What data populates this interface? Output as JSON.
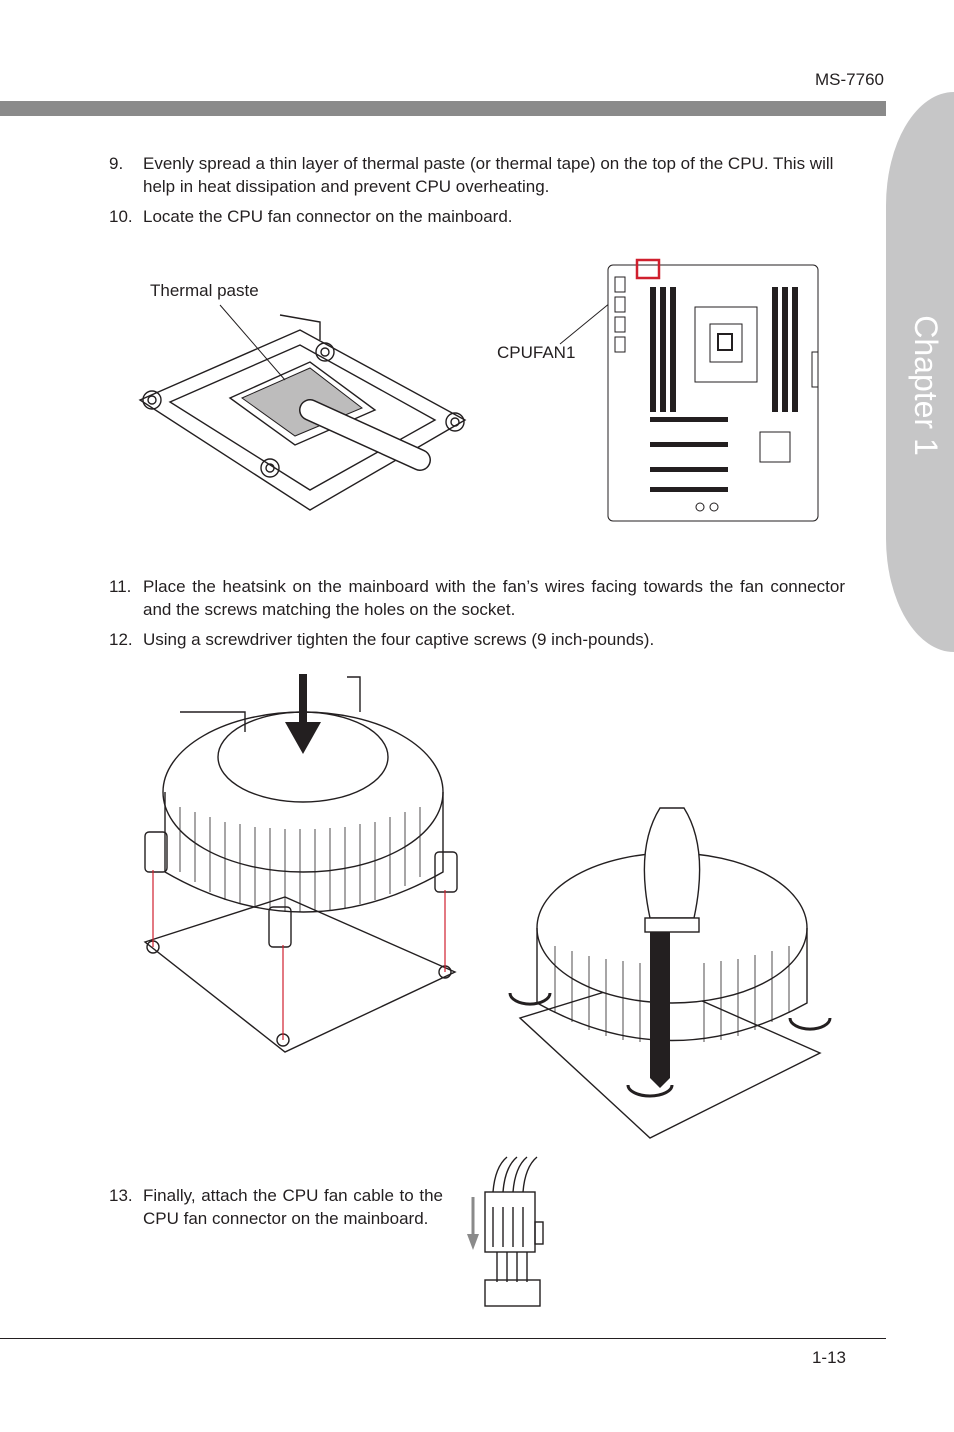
{
  "header": {
    "model": "MS-7760",
    "chapter": "Chapter 1"
  },
  "steps": [
    {
      "num": "9.",
      "text": "Evenly spread a thin layer of thermal paste (or thermal tape) on the top of the CPU. This will help in heat dissipation and prevent CPU overheating."
    },
    {
      "num": "10.",
      "text": "Locate the CPU fan connector on the mainboard."
    },
    {
      "num": "11.",
      "text": "Place the heatsink on the mainboard with the fan’s wires facing towards the fan connector and the screws matching the holes on the socket."
    },
    {
      "num": "12.",
      "text": "Using a screwdriver tighten the four captive screws (9 inch-pounds)."
    },
    {
      "num": "13.",
      "text": "Finally, attach the CPU fan cable to the CPU fan connector on the mainboard."
    }
  ],
  "figures": {
    "thermal_paste_label": "Thermal paste",
    "cpufan_label": "CPUFAN1"
  },
  "footer": {
    "page": "1-13"
  },
  "colors": {
    "header_bar": "#8a8a8a",
    "chapter_tab": "#c6c6c7",
    "highlight": "#d0202e"
  }
}
